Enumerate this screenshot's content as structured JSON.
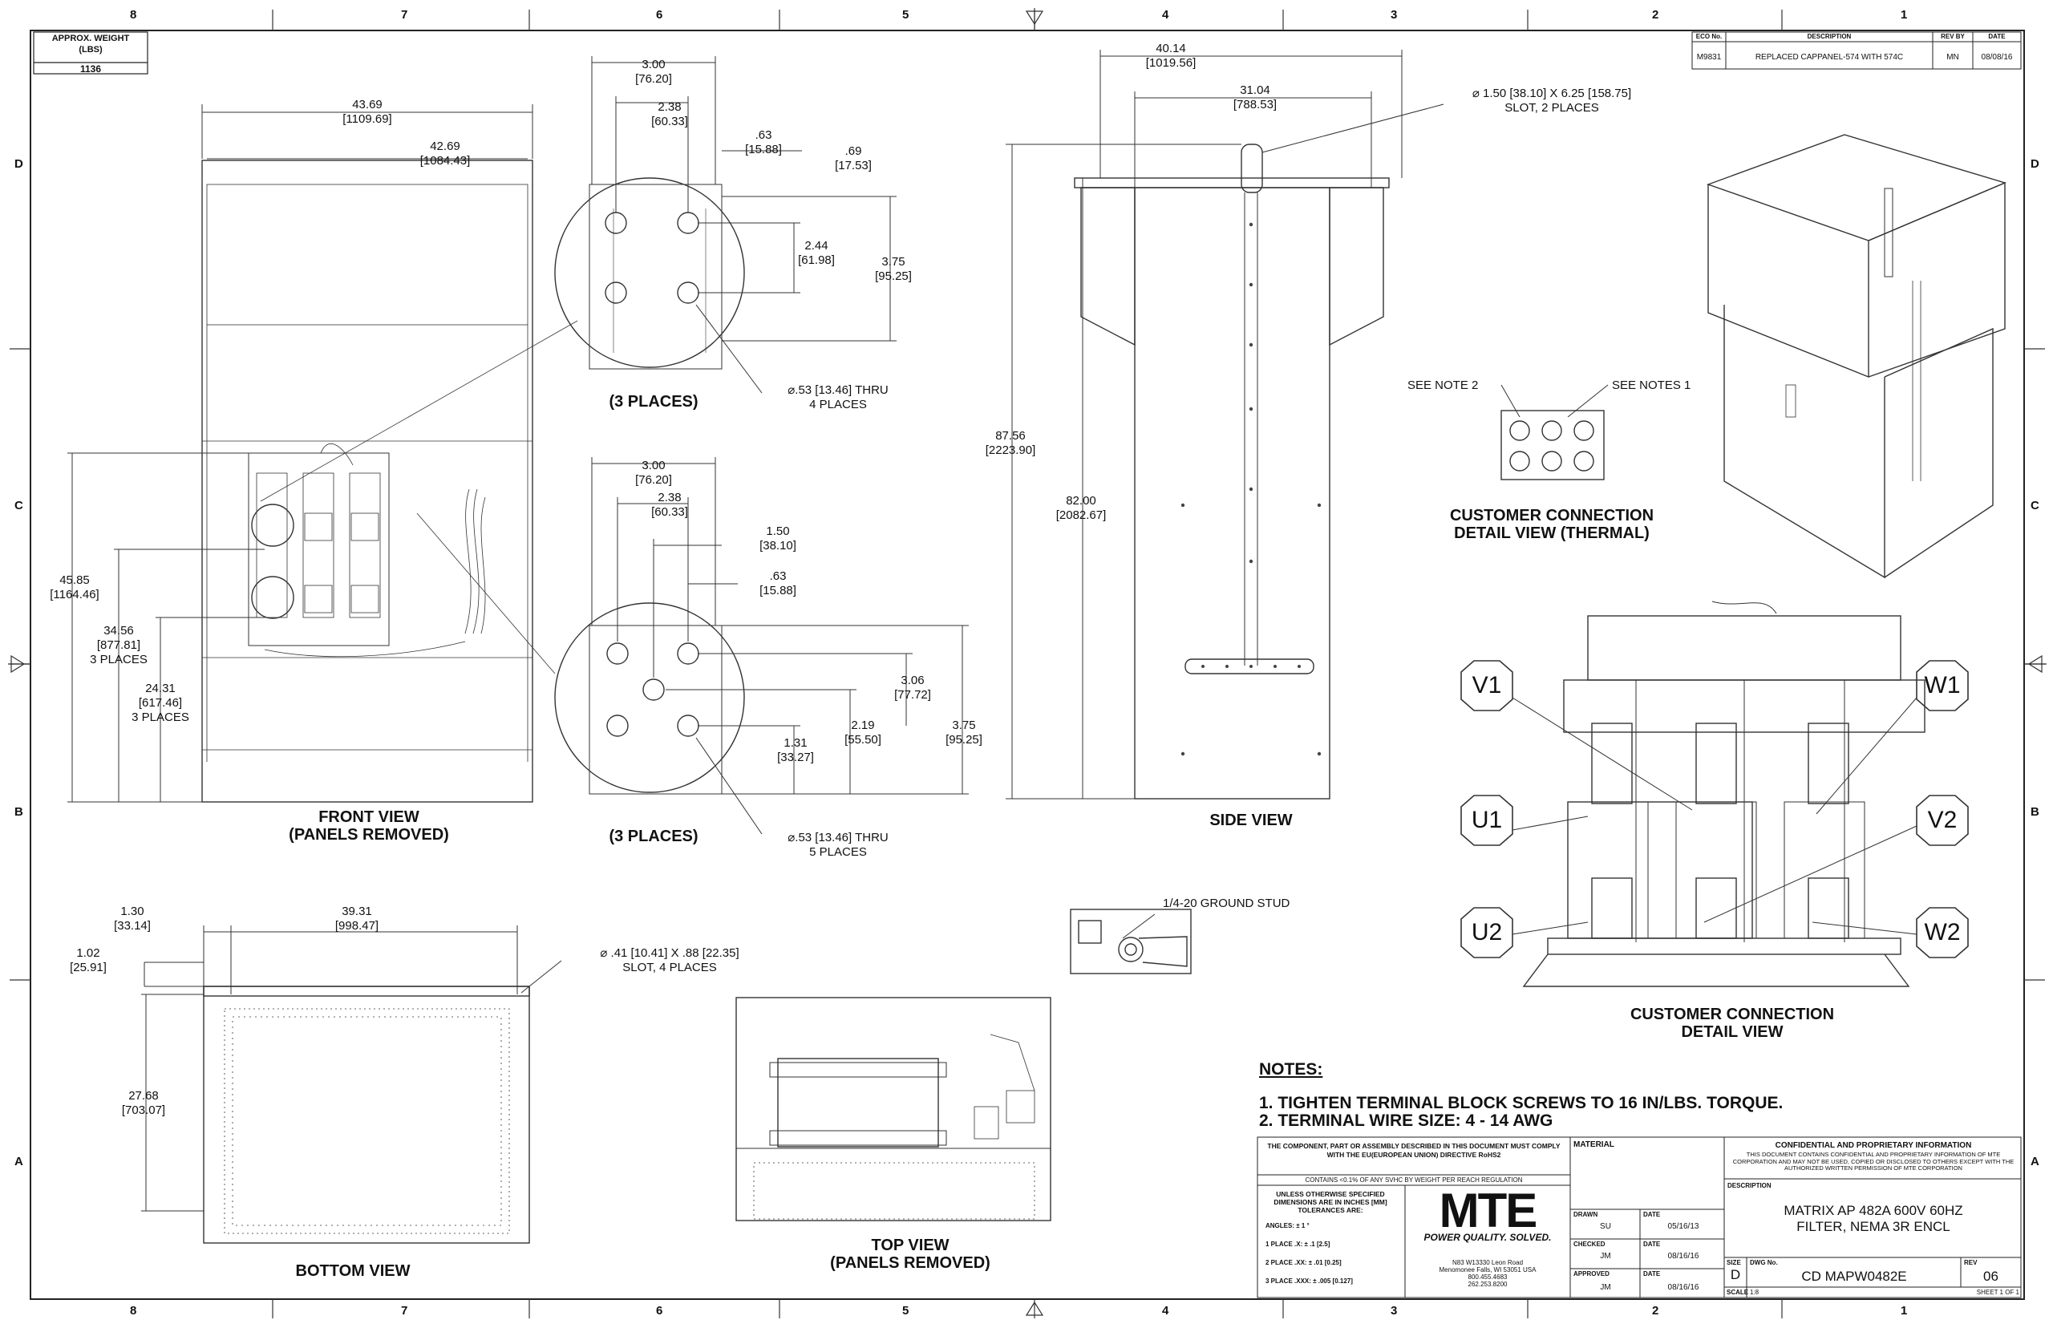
{
  "zones": {
    "columns": [
      "8",
      "7",
      "6",
      "5",
      "4",
      "3",
      "2",
      "1"
    ],
    "rows": [
      "D",
      "C",
      "B",
      "A"
    ]
  },
  "weight_box": {
    "label": "APPROX. WEIGHT",
    "unit": "(LBS)",
    "value": "1136"
  },
  "revision_table": {
    "headers": [
      "ECO No.",
      "DESCRIPTION",
      "REV BY",
      "DATE"
    ],
    "row": [
      "M9831",
      "REPLACED CAPPANEL-574 WITH 574C",
      "MN",
      "08/08/16"
    ]
  },
  "front_view": {
    "title": "FRONT VIEW",
    "subtitle": "(PANELS REMOVED)",
    "dims": {
      "width_outer": "43.69",
      "width_outer_mm": "[1109.69]",
      "width_inner": "42.69",
      "width_inner_mm": "[1084.43]",
      "h1": "45.85",
      "h1_mm": "[1164.46]",
      "h2": "34.56",
      "h2_mm": "[877.81]",
      "h2_note": "3 PLACES",
      "h3": "24.31",
      "h3_mm": "[617.46]",
      "h3_note": "3 PLACES"
    }
  },
  "detail_top": {
    "title": "(3 PLACES)",
    "dims": {
      "a": "3.00",
      "a_mm": "[76.20]",
      "b": "2.38",
      "b_mm": "[60.33]",
      "c": ".63",
      "c_mm": "[15.88]",
      "d": ".69",
      "d_mm": "[17.53]",
      "e": "2.44",
      "e_mm": "[61.98]",
      "f": "3.75",
      "f_mm": "[95.25]",
      "hole": "⌀.53 [13.46] THRU",
      "hole_note": "4 PLACES"
    }
  },
  "detail_bottom": {
    "title": "(3 PLACES)",
    "dims": {
      "a": "3.00",
      "a_mm": "[76.20]",
      "b": "2.38",
      "b_mm": "[60.33]",
      "c": "1.50",
      "c_mm": "[38.10]",
      "d": ".63",
      "d_mm": "[15.88]",
      "e": "3.06",
      "e_mm": "[77.72]",
      "f": "1.31",
      "f_mm": "[33.27]",
      "g": "2.19",
      "g_mm": "[55.50]",
      "h": "3.75",
      "h_mm": "[95.25]",
      "hole": "⌀.53 [13.46] THRU",
      "hole_note": "5 PLACES"
    }
  },
  "side_view": {
    "title": "SIDE VIEW",
    "dims": {
      "w1": "40.14",
      "w1_mm": "[1019.56]",
      "w2": "31.04",
      "w2_mm": "[788.53]",
      "h1": "87.56",
      "h1_mm": "[2223.90]",
      "h2": "82.00",
      "h2_mm": "[2082.67]",
      "slot": "⌀ 1.50 [38.10] X 6.25 [158.75]",
      "slot_note": "SLOT, 2 PLACES"
    }
  },
  "thermal_detail": {
    "title": "CUSTOMER CONNECTION",
    "subtitle": "DETAIL VIEW (THERMAL)",
    "note_left": "SEE NOTE 2",
    "note_right": "SEE NOTES 1"
  },
  "connection_detail": {
    "title": "CUSTOMER CONNECTION",
    "subtitle": "DETAIL VIEW",
    "terminals": [
      "V1",
      "W1",
      "U1",
      "V2",
      "U2",
      "W2"
    ]
  },
  "bottom_view": {
    "title": "BOTTOM VIEW",
    "dims": {
      "a": "1.30",
      "a_mm": "[33.14]",
      "b": "39.31",
      "b_mm": "[998.47]",
      "c": "1.02",
      "c_mm": "[25.91]",
      "d": "27.68",
      "d_mm": "[703.07]",
      "slot": "⌀ .41 [10.41] X .88 [22.35]",
      "slot_note": "SLOT, 4 PLACES"
    }
  },
  "top_view": {
    "title": "TOP VIEW",
    "subtitle": "(PANELS REMOVED)",
    "ground": "1/4-20 GROUND STUD"
  },
  "notes": {
    "heading": "NOTES:",
    "items": [
      "1.  TIGHTEN TERMINAL BLOCK SCREWS TO 16 IN/LBS. TORQUE.",
      "2.  TERMINAL WIRE SIZE: 4 - 14 AWG"
    ]
  },
  "title_block": {
    "compliance": "THE COMPONENT, PART OR ASSEMBLY DESCRIBED IN THIS DOCUMENT MUST COMPLY WITH THE EU(EUROPEAN UNION) DIRECTIVE RoHS2",
    "reach": "CONTAINS <0.1% OF ANY SVHC BY WEIGHT PER REACH REGULATION",
    "tolerance_header": "UNLESS OTHERWISE SPECIFIED DIMENSIONS ARE IN INCHES [MM] TOLERANCES ARE:",
    "angles": "ANGLES: ± 1 °",
    "place1": "1 PLACE .X: ± .1 [2.5]",
    "place2": "2 PLACE .XX: ± .01 [0.25]",
    "place3": "3 PLACE .XXX: ± .005 [0.127]",
    "logo": "MTE",
    "tagline": "POWER QUALITY. SOLVED.",
    "address1": "N83 W13330 Leon Road",
    "address2": "Menomonee Falls, WI 53051 USA",
    "phone1": "800.455.4683",
    "phone2": "262.253.8200",
    "material_label": "MATERIAL",
    "drawn_label": "DRAWN",
    "drawn_by": "SU",
    "drawn_date_label": "DATE",
    "drawn_date": "05/16/13",
    "checked_label": "CHECKED",
    "checked_by": "JM",
    "checked_date_label": "DATE",
    "checked_date": "08/16/16",
    "approved_label": "APPROVED",
    "approved_by": "JM",
    "approved_date_label": "DATE",
    "approved_date": "08/16/16",
    "confidential_title": "CONFIDENTIAL AND PROPRIETARY INFORMATION",
    "confidential_text": "THIS DOCUMENT CONTAINS CONFIDENTIAL AND PROPRIETARY INFORMATION OF MTE CORPORATION AND MAY NOT BE USED, COPIED OR DISCLOSED TO OTHERS EXCEPT WITH THE AUTHORIZED WRITTEN PERMISSION OF MTE CORPORATION",
    "description_label": "DESCRIPTION",
    "description1": "MATRIX AP 482A 600V 60HZ",
    "description2": "FILTER, NEMA 3R ENCL",
    "size_label": "SIZE",
    "size": "D",
    "dwg_label": "DWG No.",
    "dwg": "CD MAPW0482E",
    "rev_label": "REV",
    "rev": "06",
    "scale_label": "SCALE",
    "scale": "1:8",
    "sheet": "SHEET 1  OF 1"
  }
}
